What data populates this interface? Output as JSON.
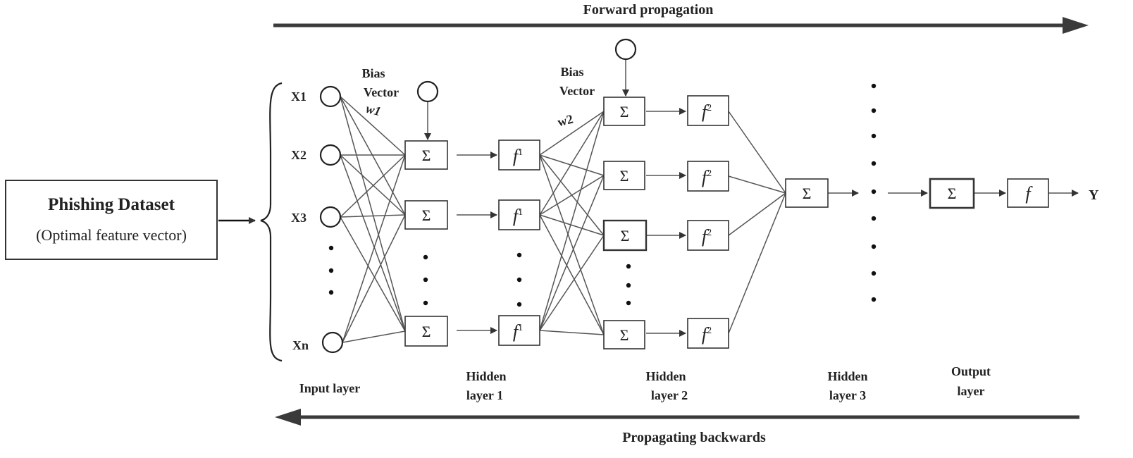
{
  "arrows": {
    "forward_label": "Forward propagation",
    "backward_label": "Propagating backwards"
  },
  "dataset": {
    "title": "Phishing Dataset",
    "subtitle": "(Optimal feature vector)"
  },
  "inputs": [
    "X1",
    "X2",
    "X3",
    "Xn"
  ],
  "bias1": {
    "line1": "Bias",
    "line2": "Vector",
    "weight": "w1"
  },
  "bias2": {
    "line1": "Bias",
    "line2": "Vector",
    "weight": "w2"
  },
  "symbols": {
    "sum": "Σ",
    "f1_base": "f",
    "f1_exp": "1",
    "f2_base": "f",
    "f2_exp": "2",
    "f_out": "f",
    "output": "Y"
  },
  "layers": {
    "input": "Input layer",
    "h1_line1": "Hidden",
    "h1_line2": "layer 1",
    "h2_line1": "Hidden",
    "h2_line2": "layer 2",
    "h3_line1": "Hidden",
    "h3_line2": "layer 3",
    "out_line1": "Output",
    "out_line2": "layer"
  }
}
